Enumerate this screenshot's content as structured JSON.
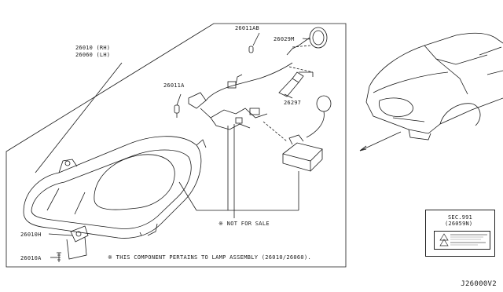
{
  "parts": {
    "assembly_rh": "26010 (RH)",
    "assembly_lh": "26060 (LH)",
    "bulb_small": "26011A",
    "bulb_ab": "26011AB",
    "cap": "26029M",
    "bulb_hid": "26297",
    "bracket_h": "26010H",
    "bracket_a": "26010A"
  },
  "notes": {
    "not_for_sale": "※ NOT FOR SALE",
    "component_note": "※ THIS COMPONENT PERTAINS TO LAMP ASSEMBLY (26010/26060)."
  },
  "warning_label": {
    "section": "SEC.991",
    "part": "(26059N)"
  },
  "diagram_code": "J26000V2"
}
